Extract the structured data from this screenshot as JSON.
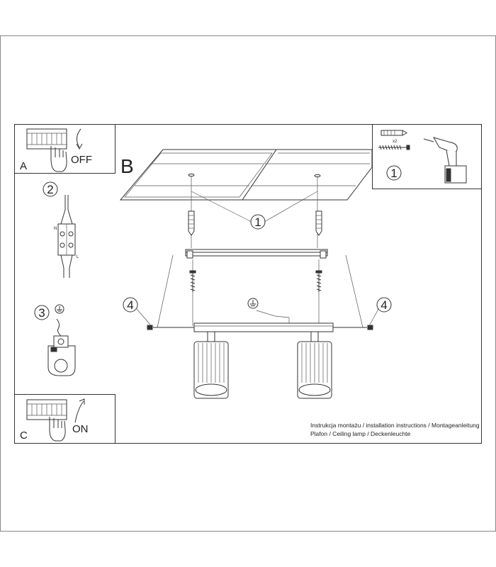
{
  "panels": {
    "a": {
      "letter": "A",
      "state": "OFF"
    },
    "b": {
      "letter": "B"
    },
    "c": {
      "letter": "C",
      "state": "ON"
    }
  },
  "steps": {
    "anchors": "1",
    "wiring": "2",
    "ground": "3",
    "screws": "4"
  },
  "tools": {
    "quantity": "x2"
  },
  "terminal_labels": {
    "neutral": "N",
    "live": "L"
  },
  "caption": {
    "line1": "Instrukcja montażu / installation instructions / Montageanleitung",
    "line2": "Plafon / Ceiling lamp / Deckenleuchte"
  }
}
